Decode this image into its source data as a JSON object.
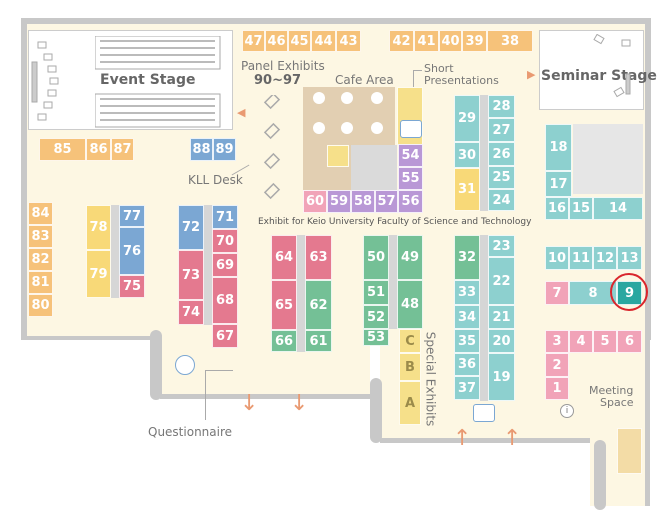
{
  "labels": {
    "event_stage": "Event Stage",
    "seminar_stage": "Seminar Stage",
    "panel_exhibits": "Panel Exhibits",
    "panel_range": "90~97",
    "cafe_area": "Cafe Area",
    "short_presentations_1": "Short",
    "short_presentations_2": "Presentations",
    "kll_desk": "KLL Desk",
    "keio_exhibit": "Exhibit for Keio University Faculty of Science and Technology",
    "special_exhibits": "Special Exhibits",
    "questionnaire": "Questionnaire",
    "meeting_1": "Meeting",
    "meeting_2": "Space"
  },
  "booths": {
    "b47": "47",
    "b46": "46",
    "b45": "45",
    "b44": "44",
    "b43": "43",
    "b42": "42",
    "b41": "41",
    "b40": "40",
    "b39": "39",
    "b38": "38",
    "b85": "85",
    "b86": "86",
    "b87": "87",
    "b88": "88",
    "b89": "89",
    "b84": "84",
    "b83": "83",
    "b82": "82",
    "b81": "81",
    "b80": "80",
    "b78": "78",
    "b79": "79",
    "b77": "77",
    "b76": "76",
    "b75": "75",
    "b72": "72",
    "b73": "73",
    "b74": "74",
    "b71": "71",
    "b70": "70",
    "b69": "69",
    "b68": "68",
    "b67": "67",
    "b64": "64",
    "b65": "65",
    "b66": "66",
    "b63": "63",
    "b62": "62",
    "b61": "61",
    "b60": "60",
    "b59": "59",
    "b58": "58",
    "b57": "57",
    "b56": "56",
    "b55": "55",
    "b54": "54",
    "b50": "50",
    "b51": "51",
    "b52": "52",
    "b53": "53",
    "b49": "49",
    "b48": "48",
    "bC": "C",
    "bB": "B",
    "bA": "A",
    "b29": "29",
    "b30": "30",
    "b31": "31",
    "b28": "28",
    "b27": "27",
    "b26": "26",
    "b25": "25",
    "b24": "24",
    "b32": "32",
    "b33": "33",
    "b34": "34",
    "b35": "35",
    "b36": "36",
    "b37": "37",
    "b23": "23",
    "b22": "22",
    "b21": "21",
    "b20": "20",
    "b19": "19",
    "b18": "18",
    "b17": "17",
    "b16": "16",
    "b15": "15",
    "b14": "14",
    "b10": "10",
    "b11": "11",
    "b12": "12",
    "b13": "13",
    "b7": "7",
    "b8": "8",
    "b9": "9",
    "b3": "3",
    "b2": "2",
    "b1": "1",
    "b4": "4",
    "b5": "5",
    "b6": "6"
  },
  "colors": {
    "orange": "#f6c27a",
    "blue": "#7ba7d3",
    "yellow": "#f8d978",
    "pink": "#e4798f",
    "green": "#74c096",
    "teal": "#8dd0cf",
    "purple": "#b998d6",
    "highlight": "#d9262c"
  },
  "icons": [
    "chair-icon",
    "presentation-icon",
    "arrow-icon",
    "info-icon"
  ]
}
